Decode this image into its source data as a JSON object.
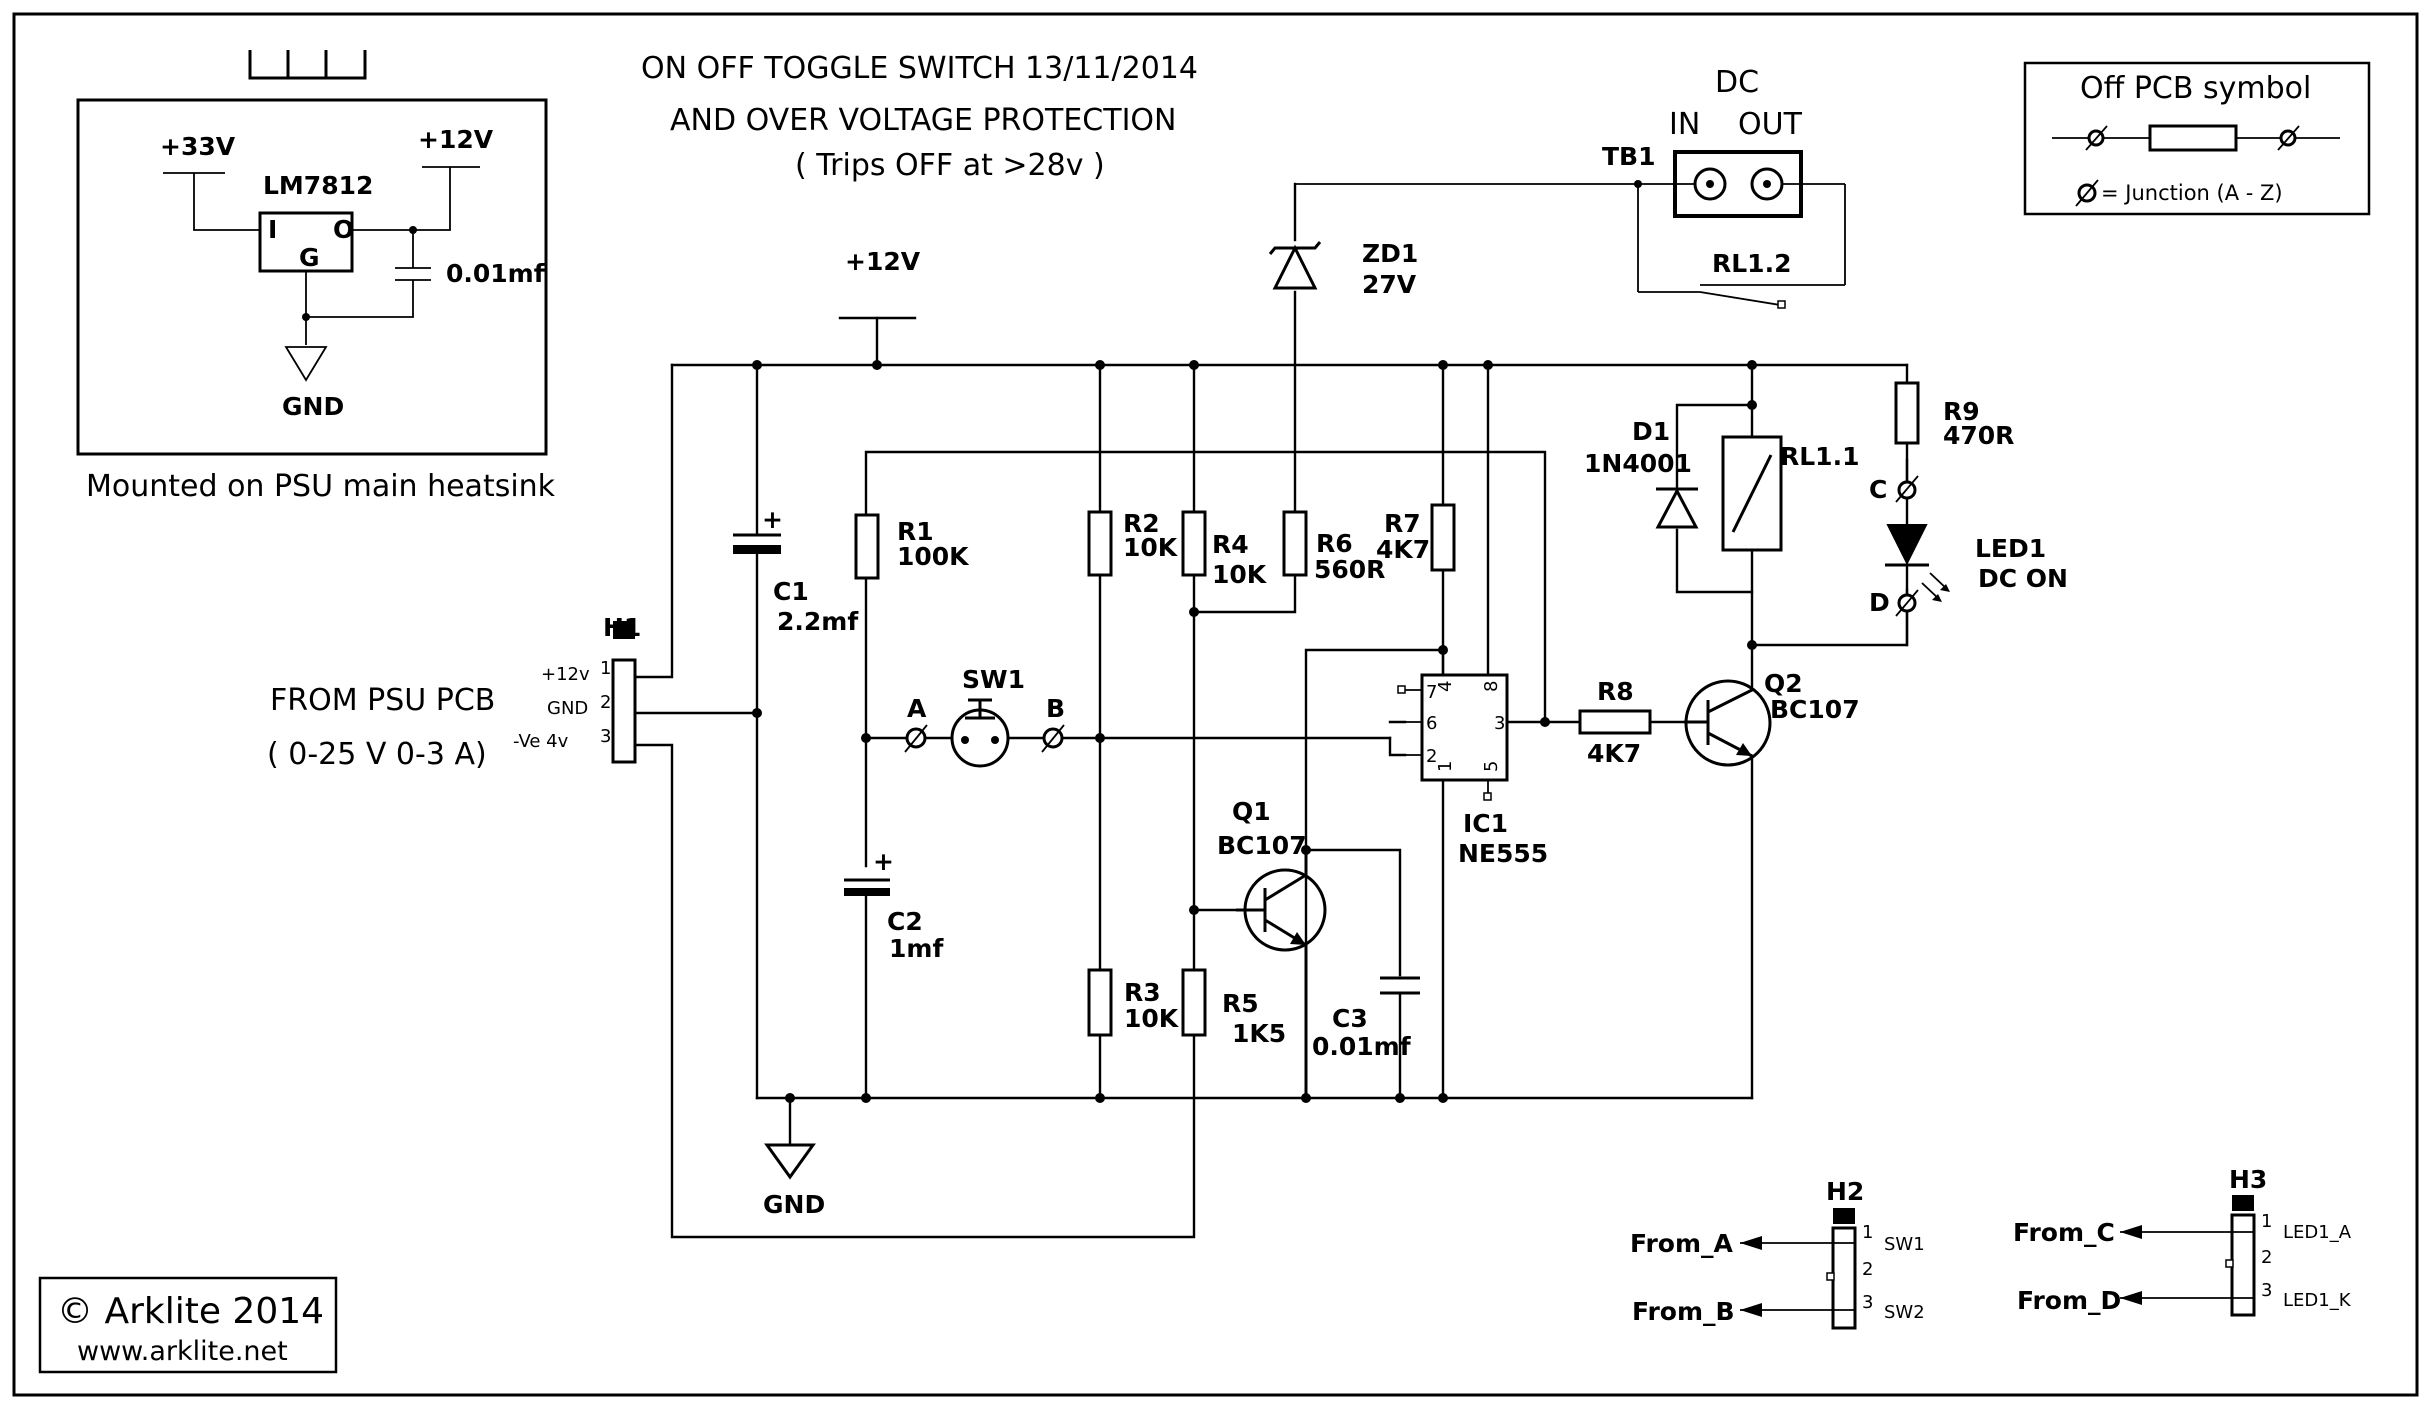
{
  "title": {
    "line1": "ON OFF TOGGLE SWITCH  13/11/2014",
    "line2": "AND OVER VOLTAGE PROTECTION",
    "line3": "( Trips OFF at >28v )"
  },
  "inset": {
    "v33": "+33V",
    "v12": "+12V",
    "regulator": "LM7812",
    "pin_i": "I",
    "pin_o": "O",
    "pin_g": "G",
    "cap": "0.01mf",
    "gnd": "GND",
    "caption": "Mounted on PSU main heatsink"
  },
  "legend": {
    "title": "Off PCB symbol",
    "note": "= Junction (A - Z)"
  },
  "dc_connector": {
    "title": "DC",
    "in": "IN",
    "out": "OUT",
    "ref": "TB1",
    "relay_contact": "RL1.2"
  },
  "rail_label": "+12V",
  "source": {
    "line1": "FROM PSU PCB",
    "line2": "( 0-25 V  0-3 A)"
  },
  "h1": {
    "ref": "H1",
    "pin1_label": "+12v",
    "pin2_label": "GND",
    "pin3_label": "-Ve  4v",
    "pin1": "1",
    "pin2": "2",
    "pin3": "3"
  },
  "components": {
    "zd1": {
      "ref": "ZD1",
      "value": "27V"
    },
    "c1": {
      "ref": "C1",
      "value": "2.2mf"
    },
    "c2": {
      "ref": "C2",
      "value": "1mf"
    },
    "c3": {
      "ref": "C3",
      "value": "0.01mf"
    },
    "r1": {
      "ref": "R1",
      "value": "100K"
    },
    "r2": {
      "ref": "R2",
      "value": "10K"
    },
    "r3": {
      "ref": "R3",
      "value": "10K"
    },
    "r4": {
      "ref": "R4",
      "value": "10K"
    },
    "r5": {
      "ref": "R5",
      "value": "1K5"
    },
    "r6": {
      "ref": "R6",
      "value": "560R"
    },
    "r7": {
      "ref": "R7",
      "value": "4K7"
    },
    "r8": {
      "ref": "R8",
      "value": "4K7"
    },
    "r9": {
      "ref": "R9",
      "value": "470R"
    },
    "d1": {
      "ref": "D1",
      "value": "1N4001"
    },
    "rl1": {
      "ref": "RL1.1"
    },
    "led1": {
      "ref": "LED1",
      "value": "DC  ON"
    },
    "q1": {
      "ref": "Q1",
      "value": "BC107"
    },
    "q2": {
      "ref": "Q2",
      "value": "BC107"
    },
    "ic1": {
      "ref": "IC1",
      "value": "NE555"
    },
    "sw1": {
      "ref": "SW1"
    }
  },
  "ic_pins": {
    "p1": "1",
    "p2": "2",
    "p3": "3",
    "p4": "4",
    "p5": "5",
    "p6": "6",
    "p7": "7",
    "p8": "8"
  },
  "junctions": {
    "a": "A",
    "b": "B",
    "c": "C",
    "d": "D"
  },
  "gnd_label": "GND",
  "h2": {
    "ref": "H2",
    "from_a": "From_A",
    "from_b": "From_B",
    "pin1": "1",
    "pin2": "2",
    "pin3": "3",
    "sw1": "SW1",
    "sw2": "SW2"
  },
  "h3": {
    "ref": "H3",
    "from_c": "From_C",
    "from_d": "From_D",
    "pin1": "1",
    "pin2": "2",
    "pin3": "3",
    "led1_a": "LED1_A",
    "led1_k": "LED1_K"
  },
  "copyright": {
    "line1": "© Arklite  2014",
    "line2": "www.arklite.net"
  }
}
